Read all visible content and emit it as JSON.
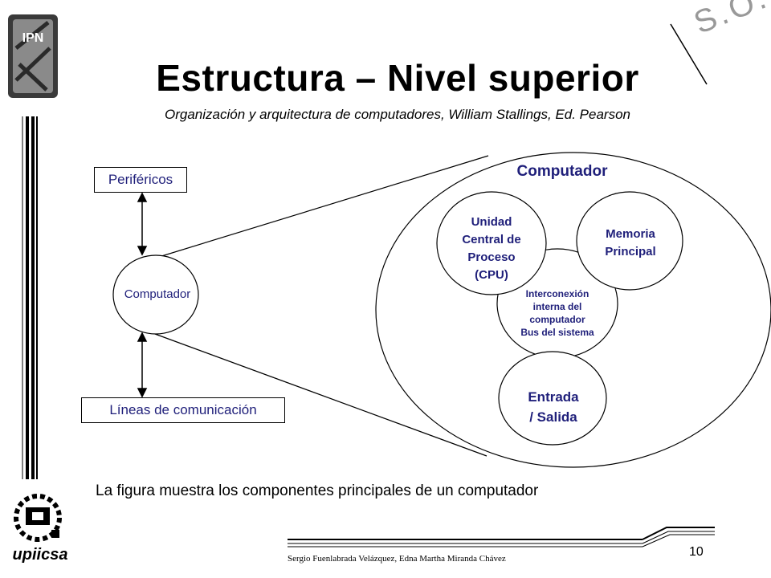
{
  "slide": {
    "title": "Estructura – Nivel superior",
    "subtitle": "Organización y arquitectura de computadores, William Stallings, Ed. Pearson",
    "caption": "La figura muestra los componentes principales de un computador",
    "authors": "Sergio Fuenlabrada Velázquez, Edna Martha Miranda Chávez",
    "page_number": "10",
    "corner_text": "S.O.",
    "logo_top": "IPN",
    "logo_bottom": "upiicsa"
  },
  "diagram": {
    "perifericos": "Periféricos",
    "lineas": "Líneas de comunicación",
    "computador_small": "Computador",
    "computador_big": "Computador",
    "cpu": [
      "Unidad",
      "Central de",
      "Proceso",
      "(CPU)"
    ],
    "memoria": [
      "Memoria",
      "Principal"
    ],
    "interconexion": [
      "Interconexión",
      "interna del",
      "computador",
      "Bus del sistema"
    ],
    "entrada_salida": [
      "Entrada",
      "/ Salida"
    ]
  },
  "colors": {
    "label": "#1f1f7a",
    "line": "#000000"
  }
}
